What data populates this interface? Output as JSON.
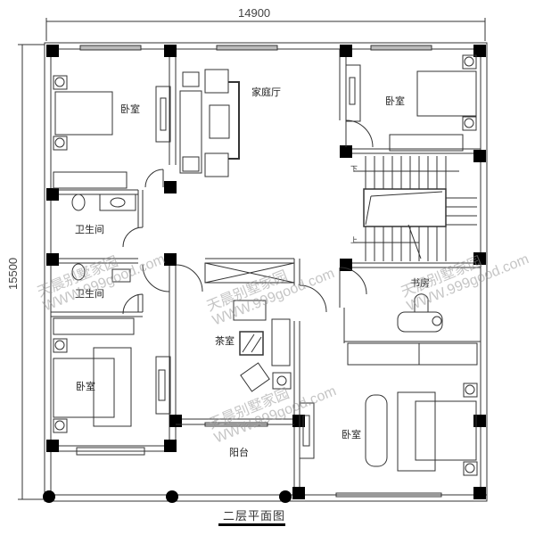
{
  "dimensions": {
    "width": "14900",
    "height": "15500"
  },
  "rooms": [
    {
      "id": "bedroom-nw",
      "label": "卧室"
    },
    {
      "id": "family-hall",
      "label": "家庭厅"
    },
    {
      "id": "bedroom-ne",
      "label": "卧室"
    },
    {
      "id": "bathroom-1",
      "label": "卫生间"
    },
    {
      "id": "bathroom-2",
      "label": "卫生间"
    },
    {
      "id": "tea-room",
      "label": "茶室"
    },
    {
      "id": "study",
      "label": "书房"
    },
    {
      "id": "bedroom-sw",
      "label": "卧室"
    },
    {
      "id": "bedroom-se",
      "label": "卧室"
    },
    {
      "id": "balcony",
      "label": "阳台"
    }
  ],
  "stairs": {
    "up_label": "上",
    "down_label": "下"
  },
  "title": "二层平面图",
  "watermarks": [
    {
      "line1": "天晨别墅家园",
      "line2": "WWW.999good.com"
    },
    {
      "line1": "天晨别墅家园",
      "line2": "WWW.999good.com"
    },
    {
      "line1": "天晨别墅家园",
      "line2": "WWW.999good.com"
    },
    {
      "line1": "天晨别墅家园",
      "line2": "WWW.999good.com"
    }
  ]
}
